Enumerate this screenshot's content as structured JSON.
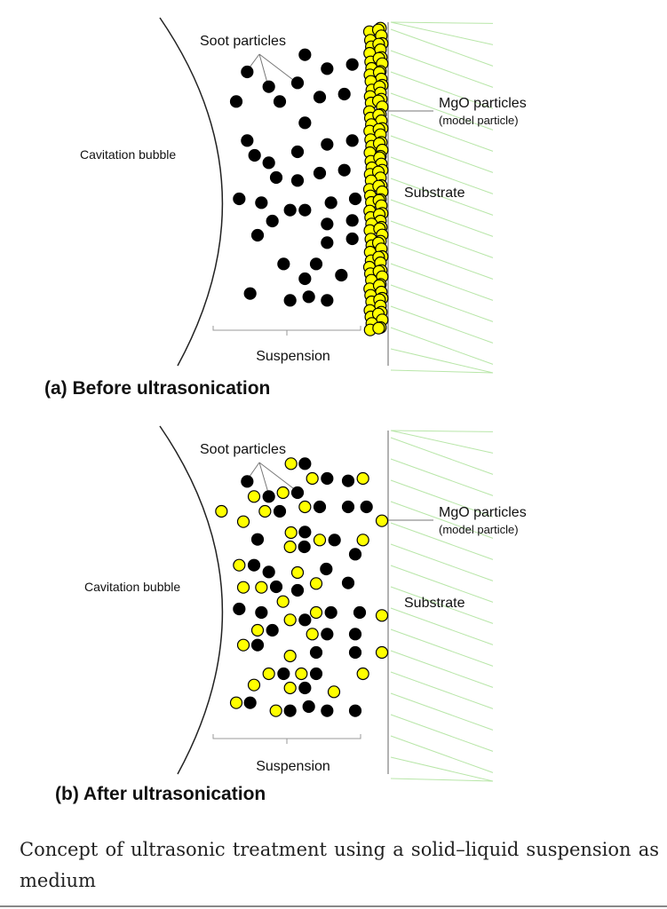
{
  "panels": [
    {
      "title": "(a) Before ultrasonication",
      "soot_label": "Soot particles",
      "mgo_label": "MgO particles",
      "mgo_sublabel": "(model particle)",
      "bubble_label": "Cavitation bubble",
      "substrate_label": "Substrate",
      "suspension_label": "Suspension"
    },
    {
      "title": "(b) After ultrasonication",
      "soot_label": "Soot particles",
      "mgo_label": "MgO particles",
      "mgo_sublabel": "(model particle)",
      "bubble_label": "Cavitation bubble",
      "substrate_label": "Substrate",
      "suspension_label": "Suspension"
    }
  ],
  "caption": "Concept of ultrasonic treatment using a solid–liquid suspension as medium",
  "colors": {
    "soot": "#000000",
    "mgo": "#ffff00",
    "hatch": "#b8e6a8",
    "substrate_line": "#999999"
  }
}
